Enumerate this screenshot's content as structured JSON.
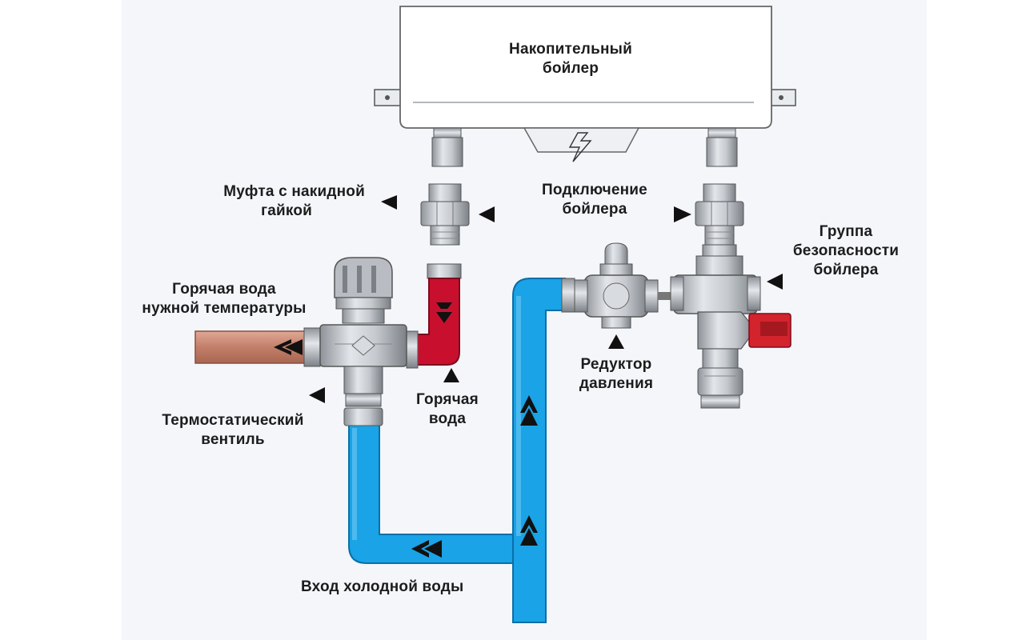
{
  "colors": {
    "cold_pipe": "#1aa3e6",
    "cold_pipe_edge": "#0a6fa8",
    "hot_pipe": "#c8102e",
    "mixed_pipe": "#c9826e",
    "fitting": "#c9ccd1",
    "relief_handle": "#d3232d",
    "boiler_body": "#ffffff"
  },
  "labels": {
    "boiler": [
      "Накопительный",
      "бойлер"
    ],
    "union_coupling": [
      "Муфта с накидной",
      "гайкой"
    ],
    "boiler_connection": [
      "Подключение",
      "бойлера"
    ],
    "safety_group": [
      "Группа",
      "безопасности",
      "бойлера"
    ],
    "hot_water_temp": [
      "Горячая вода",
      "нужной температуры"
    ],
    "pressure_reducer": [
      "Редуктор",
      "давления"
    ],
    "hot_water": [
      "Горячая",
      "вода"
    ],
    "thermostatic_valve": [
      "Термостатический",
      "вентиль"
    ],
    "cold_water_inlet": "Вход холодной воды"
  },
  "icons": {
    "heating": "lightning-bolt-icon",
    "pointer": "triangle-pointer-icon",
    "flow": "chevron-flow-icon"
  }
}
